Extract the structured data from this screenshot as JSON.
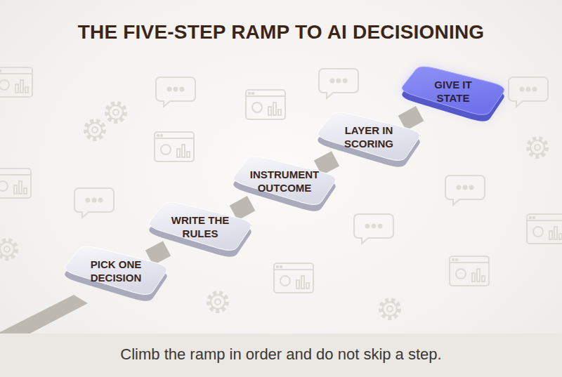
{
  "diagram": {
    "title": "THE FIVE-STEP RAMP TO AI DECISIONING",
    "caption": "Climb the ramp in order and do not skip a step.",
    "nodes": [
      {
        "text": [
          "PICK ONE DECISION"
        ]
      },
      {
        "text": [
          "WRITE THE RULES"
        ]
      },
      {
        "text": [
          "INSTRUMENT OUTCOME"
        ]
      },
      {
        "text": [
          "LAYER IN SCORING"
        ]
      },
      {
        "text": [
          "GIVE IT STATE"
        ]
      }
    ],
    "edges": [
      {
        "from": 0,
        "to": 1,
        "arrow": "none"
      },
      {
        "from": 1,
        "to": 2,
        "arrow": "none"
      },
      {
        "from": 2,
        "to": 3,
        "arrow": "none"
      },
      {
        "from": 3,
        "to": 4,
        "arrow": "none"
      }
    ]
  }
}
